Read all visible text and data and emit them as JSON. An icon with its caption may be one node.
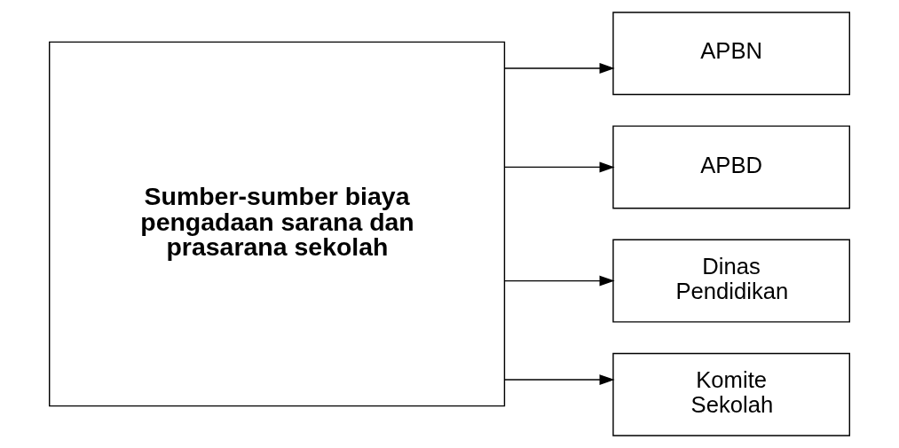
{
  "diagram": {
    "nodes": [
      {
        "text": [
          "Sumber-sumber biaya pengadaan sarana dan prasarana sekolah"
        ]
      },
      {
        "text": [
          "APBN"
        ]
      },
      {
        "text": [
          "APBD"
        ]
      },
      {
        "text": [
          "Dinas Pendidikan"
        ]
      },
      {
        "text": [
          "Komite Sekolah"
        ]
      }
    ],
    "edges": [
      {
        "from": 0,
        "to": 1,
        "arrow": "to"
      },
      {
        "from": 0,
        "to": 2,
        "arrow": "to"
      },
      {
        "from": 0,
        "to": 3,
        "arrow": "to"
      },
      {
        "from": 0,
        "to": 4,
        "arrow": "to"
      }
    ]
  }
}
